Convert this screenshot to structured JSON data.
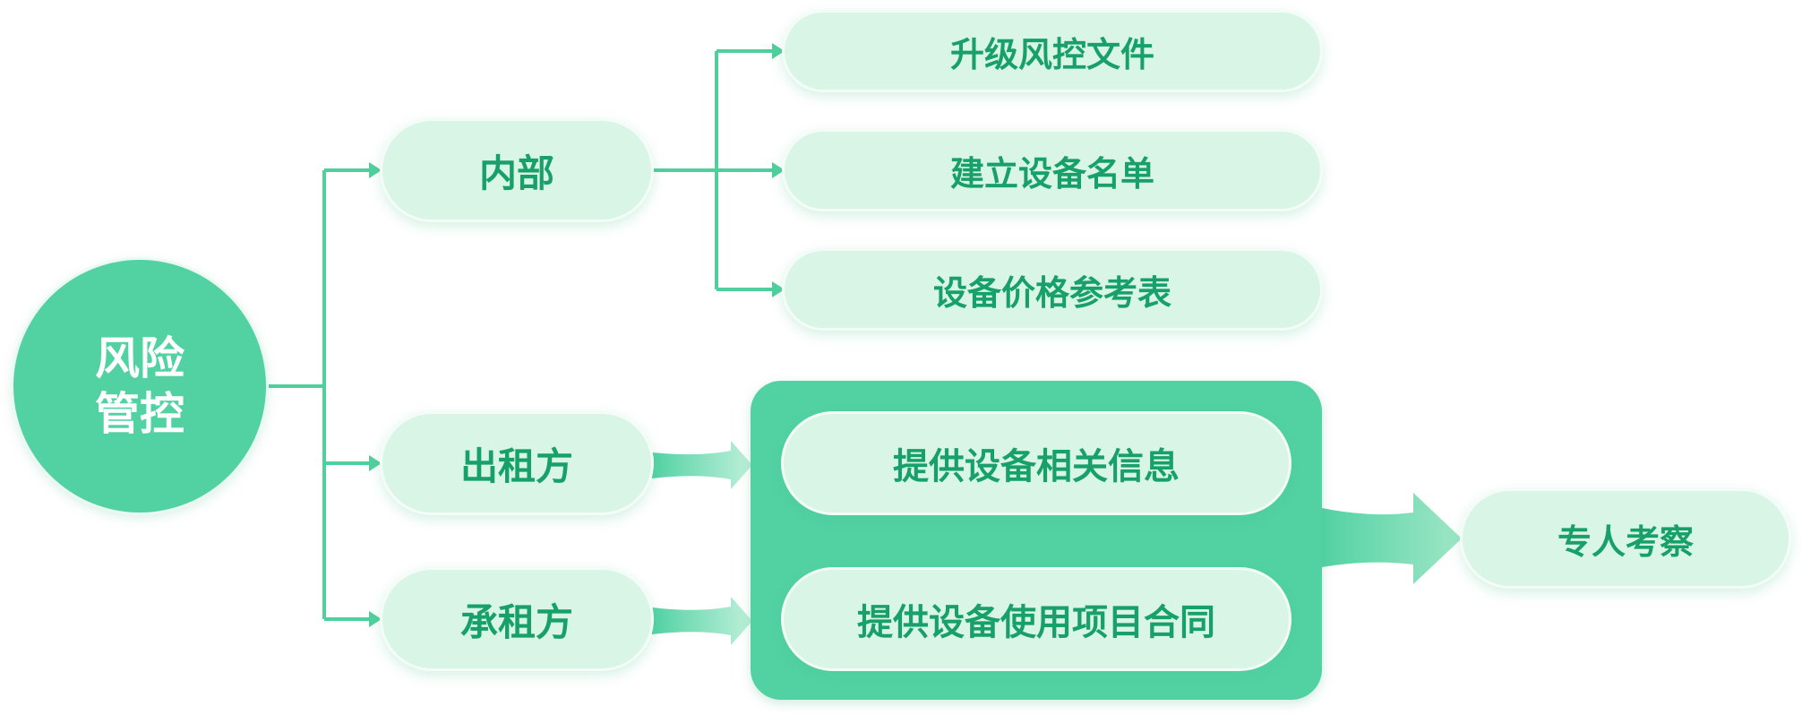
{
  "root": {
    "line1": "风险",
    "line2": "管控"
  },
  "internal": {
    "label": "内部",
    "items": [
      "升级风控文件",
      "建立设备名单",
      "设备价格参考表"
    ]
  },
  "lessor": {
    "label": "出租方",
    "provides": "提供设备相关信息"
  },
  "lessee": {
    "label": "承租方",
    "provides": "提供设备使用项目合同"
  },
  "outcome": {
    "label": "专人考察"
  },
  "colors": {
    "accent": "#52d2a3",
    "pill_bg": "#d8f5e6",
    "pill_text": "#18a06a",
    "connector": "#4fcf9c"
  }
}
